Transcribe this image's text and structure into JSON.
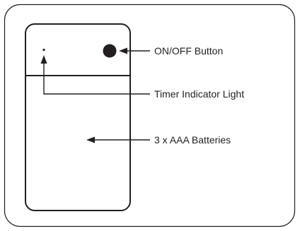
{
  "diagram": {
    "labels": {
      "on_off_button": "ON/OFF Button",
      "timer_indicator_light": "Timer Indicator Light",
      "batteries": "3 x AAA Batteries"
    }
  },
  "colors": {
    "stroke": "#231f20",
    "background": "#ffffff"
  }
}
